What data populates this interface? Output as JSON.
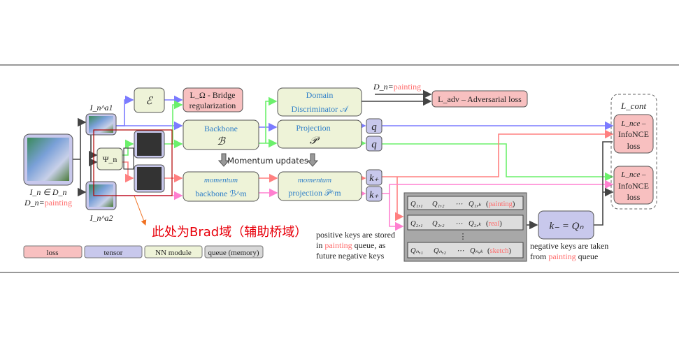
{
  "colors": {
    "loss": "#f8c0c0",
    "tensor": "#c8c8ec",
    "nn_module": "#eef3d8",
    "queue": "#d8d8d8",
    "accent_red": "#ff6b6b",
    "module_text": "#2f7fc8",
    "blue_arrow": "#7b7bff",
    "green_arrow": "#6cf06c",
    "red_arrow": "#ff8080",
    "pink_arrow": "#ff80d0",
    "annotation": "#e8000b"
  },
  "input": {
    "line1": "I_n ∈ D_n",
    "line2_prefix": "D_n=",
    "line2_domain": "painting"
  },
  "aug": {
    "a1": "I_n^a1",
    "a2": "I_n^a2"
  },
  "psi": "Ψ_n",
  "encoder": "ℰ",
  "bridge_loss": {
    "line1": "L_Ω - Bridge",
    "line2": "regularization"
  },
  "backbone": {
    "label": "Backbone",
    "symbol": "ℬ"
  },
  "momentum_backbone": {
    "line1": "momentum",
    "line2": "backbone ℬ^m"
  },
  "momentum_updates": "Momentum updates",
  "discriminator": {
    "line1": "Domain",
    "line2": "Discriminator 𝒜"
  },
  "projection": {
    "label": "Projection",
    "symbol": "𝒫"
  },
  "momentum_projection": {
    "line1": "momentum",
    "line2": "projection 𝒫^m"
  },
  "domain_label": {
    "prefix": "D_n=",
    "domain": "painting"
  },
  "adv_loss": "L_adv – Adversarial loss",
  "q": "q",
  "kplus": "k₊",
  "l_cont": "L_cont",
  "nce": {
    "line1": "L_nce –",
    "line2": "InfoNCE",
    "line3": "loss"
  },
  "queue": {
    "rows": [
      {
        "cells": [
          "Q₁,₁",
          "Q₁,₂",
          "⋯",
          "Q₁,ₖ"
        ],
        "domain": "painting"
      },
      {
        "cells": [
          "Q₂,₁",
          "Q₂,₂",
          "⋯",
          "Q₂,ₖ"
        ],
        "domain": "real"
      },
      {
        "cells": [
          "Qₙ,₁",
          "Qₙ,₂",
          "⋯",
          "Qₙ,ₖ"
        ],
        "domain": "sketch"
      }
    ],
    "vdots": "⋮"
  },
  "kminus": "k₋ = Qₙ",
  "positive_note": {
    "line1": "positive keys are stored",
    "line2_prefix": "in ",
    "line2_domain": "painting",
    "line2_suffix": " queue, as",
    "line3": "future negative keys"
  },
  "negative_note": {
    "line1": "negative keys are taken",
    "line2_prefix": "from ",
    "line2_domain": "painting",
    "line2_suffix": " queue"
  },
  "annotation": "此处为Brad域（辅助桥域）",
  "legend": [
    "loss",
    "tensor",
    "NN module",
    "queue (memory)"
  ]
}
